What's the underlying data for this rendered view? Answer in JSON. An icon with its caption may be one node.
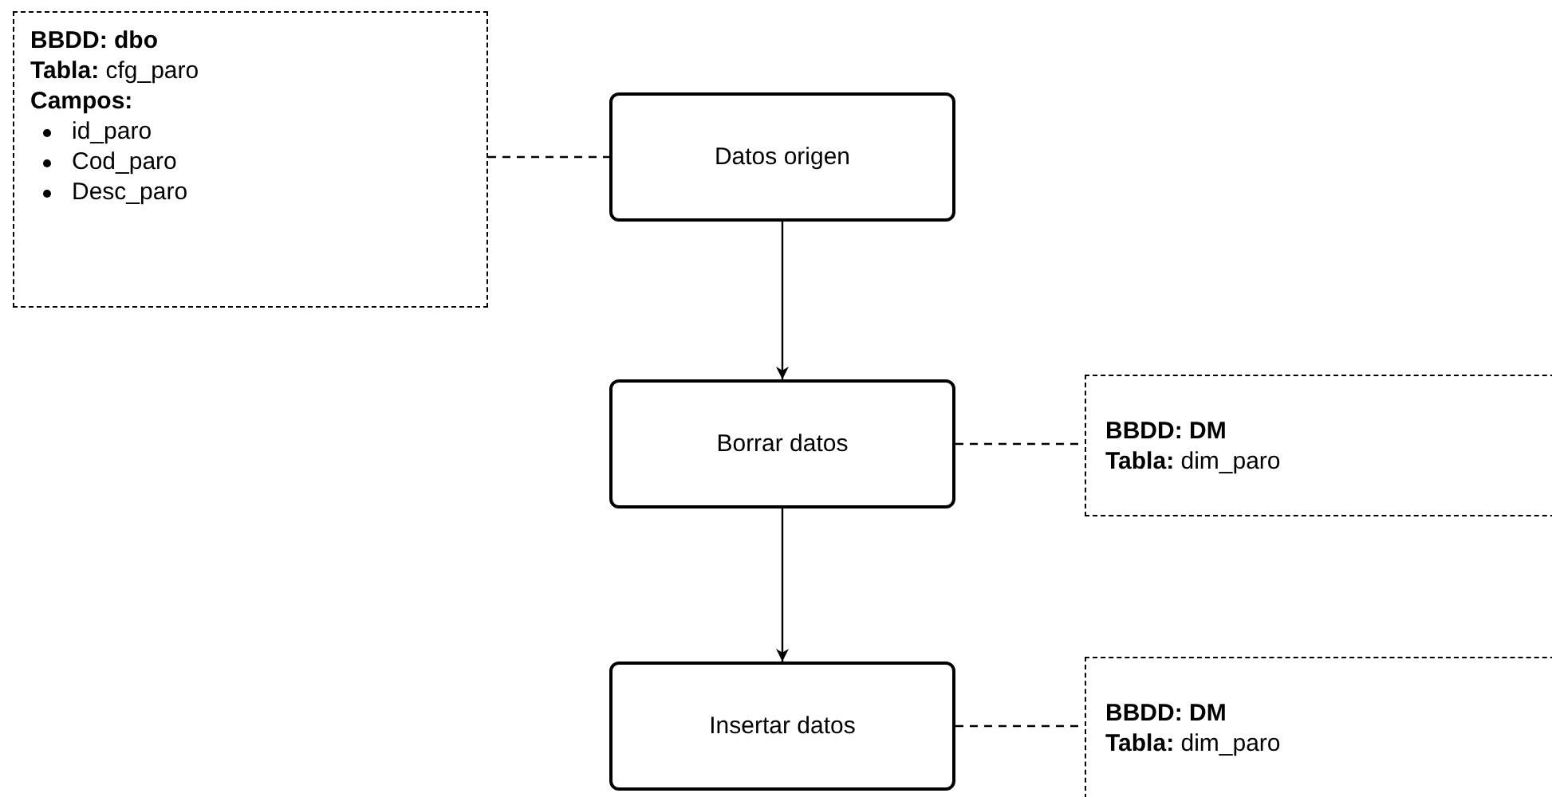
{
  "diagram": {
    "nodes": [
      {
        "text": [
          "**BBDD: dbo**",
          "**Tabla:** cfg_paro",
          "**Campos:**",
          "id_paro",
          "Cod_paro",
          "Desc_paro"
        ]
      },
      {
        "text": [
          "Datos origen"
        ]
      },
      {
        "text": [
          "Borrar datos"
        ]
      },
      {
        "text": [
          "**BBDD: DM**",
          "**Tabla:** dim_paro"
        ]
      },
      {
        "text": [
          "Insertar datos"
        ]
      },
      {
        "text": [
          "**BBDD: DM**",
          "**Tabla:** dim_paro"
        ]
      }
    ],
    "edges": [
      {
        "from": 1,
        "to": 2,
        "arrow": "to"
      },
      {
        "from": 2,
        "to": 4,
        "arrow": "to"
      },
      {
        "from": 0,
        "to": 1,
        "arrow": "none",
        "style": "dashed"
      },
      {
        "from": 2,
        "to": 3,
        "arrow": "none",
        "style": "dashed"
      },
      {
        "from": 4,
        "to": 5,
        "arrow": "none",
        "style": "dashed"
      }
    ]
  }
}
